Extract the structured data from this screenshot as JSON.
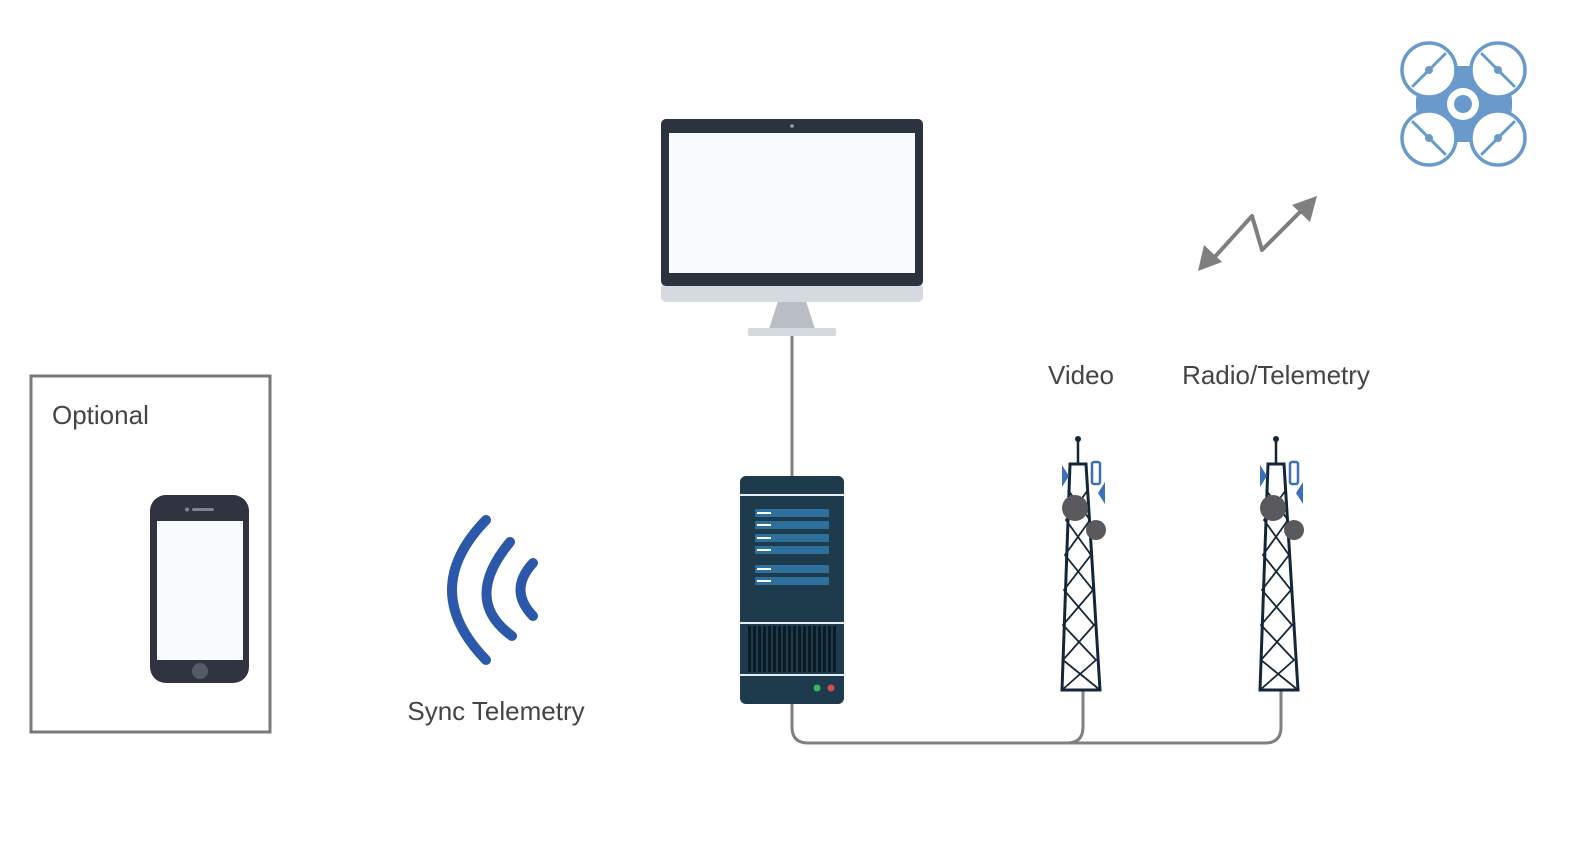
{
  "labels": {
    "optional": "Optional",
    "sync_telemetry": "Sync Telemetry",
    "video": "Video",
    "radio_telemetry": "Radio/Telemetry"
  },
  "colors": {
    "frame_border": "#7a7a7a",
    "connector": "#808080",
    "phone_body": "#2f3440",
    "screen": "#f8fbfd",
    "monitor_bezel": "#2b333e",
    "monitor_chin": "#d4dae0",
    "monitor_stand": "#b9bfc5",
    "server_body": "#1e3b4e",
    "server_slot": "#2f6f9c",
    "signal_waves": "#2b58a8",
    "tower_frame": "#14273a",
    "tower_dish": "#5a5a5e",
    "tower_antenna": "#3d6fb8",
    "drone": "#6a9acb",
    "link_arrow": "#7f7f7f",
    "text": "#444444"
  },
  "icons": [
    "smartphone-icon",
    "wireless-signal-icon",
    "desktop-monitor-icon",
    "server-tower-icon",
    "cell-tower-icon",
    "drone-icon",
    "radio-link-arrow-icon"
  ]
}
